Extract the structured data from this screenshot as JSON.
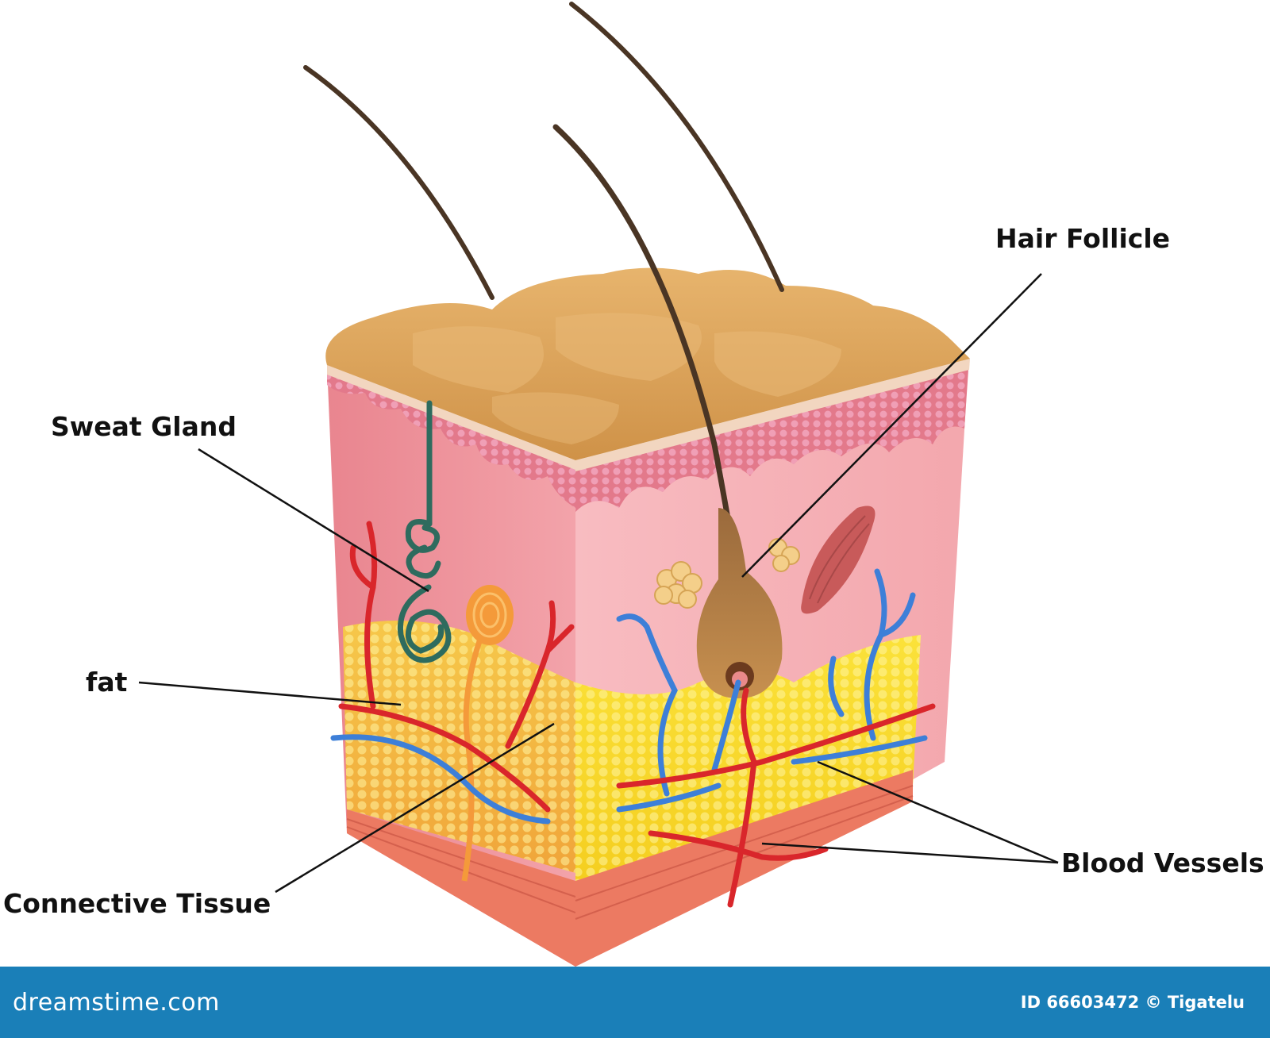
{
  "labels": {
    "hair_follicle": "Hair Follicle",
    "sweat_gland": "Sweat Gland",
    "fat": "fat",
    "connective_tissue": "Connective Tissue",
    "blood_vessels": "Blood Vessels"
  },
  "footer": {
    "brand": "dreamstime.com",
    "stock_id": "ID 66603472 © Tigatelu"
  },
  "colors": {
    "footer_bar": "#1a7fb8",
    "epidermis_top": "#dca35a",
    "dermis": "#f2a6ad",
    "fat": "#f6d62a",
    "artery": "#d9262b",
    "vein": "#3d7fd8",
    "hair": "#4a3524",
    "sweat_gland": "#2e6b5e"
  }
}
